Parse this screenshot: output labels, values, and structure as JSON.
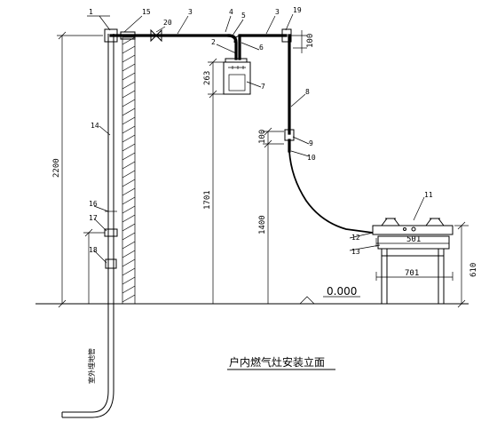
{
  "title": "户内燃气灶安装立面",
  "level_label": "0.000",
  "ground_note": "室外埋地管",
  "callouts": [
    "1",
    "15",
    "20",
    "3",
    "4",
    "5",
    "3",
    "19",
    "2",
    "6",
    "7",
    "8",
    "14",
    "9",
    "10",
    "11",
    "16",
    "17",
    "12",
    "13",
    "18"
  ],
  "dimensions": {
    "total_height": "2200",
    "meter_top": "100",
    "meter_height": "263",
    "meter_bottom": "1701",
    "valve_gap": "100",
    "valve_height": "1400",
    "stove_width": "501",
    "stand_width": "701",
    "stove_height": "610"
  }
}
